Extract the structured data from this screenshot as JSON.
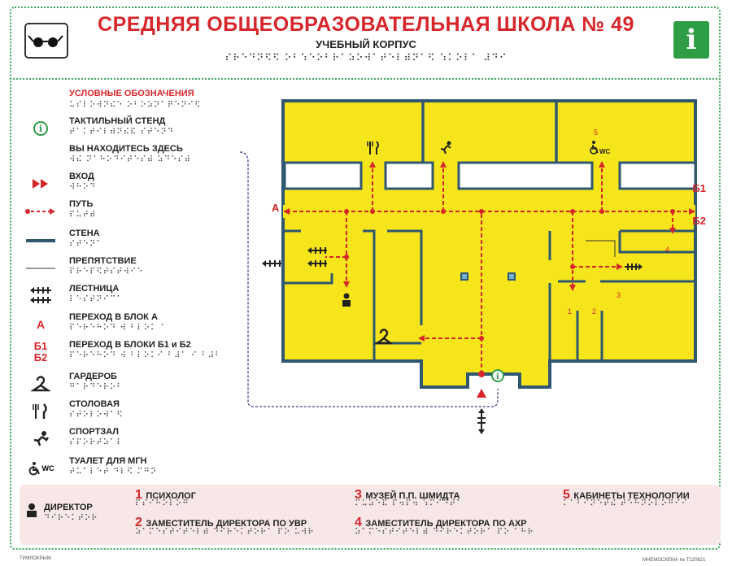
{
  "header": {
    "title": "СРЕДНЯЯ ОБЩЕОБРАЗОВАТЕЛЬНАЯ ШКОЛА № 49",
    "subtitle": "УЧЕБНЫЙ КОРПУС",
    "subtitle_braille": "⠎⠗⠑⠙⠝⠫⠫ ⠕⠃⠱⠑⠕⠃⠗⠁⠵⠕⠺⠁⠞⠑⠇⠾⠝⠁⠫ ⠱⠅⠕⠇⠁ ⠼⠙⠊",
    "info_glyph": "i"
  },
  "legend": {
    "heading": "УСЛОВНЫЕ ОБОЗНАЧЕНИЯ",
    "heading_braille": "⠥⠎⠇⠕⠺⠝⠮⠑ ⠕⠃⠕⠵⠝⠁⠟⠑⠝⠊⠫",
    "items": [
      {
        "label": "ТАКТИЛЬНЫЙ СТЕНД",
        "braille": "⠞⠁⠅⠞⠊⠇⠾⠝⠮⠯ ⠎⠞⠑⠝⠙"
      },
      {
        "label": "ВЫ НАХОДИТЕСЬ ЗДЕСЬ",
        "braille": "⠺⠮ ⠝⠁⠓⠕⠙⠊⠞⠑⠎⠾ ⠵⠙⠑⠎⠾"
      },
      {
        "label": "ВХОД",
        "braille": "⠺⠓⠕⠙"
      },
      {
        "label": "ПУТЬ",
        "braille": "⠏⠥⠞⠾"
      },
      {
        "label": "СТЕНА",
        "braille": "⠎⠞⠑⠝⠁"
      },
      {
        "label": "ПРЕПЯТСТВИЕ",
        "braille": "⠏⠗⠑⠏⠫⠞⠎⠞⠺⠊⠑"
      },
      {
        "label": "ЛЕСТНИЦА",
        "braille": "⠇⠑⠎⠞⠝⠊⠉⠁"
      },
      {
        "label": "ПЕРЕХОД В БЛОК А",
        "braille": "⠏⠑⠗⠑⠓⠕⠙ ⠺ ⠃⠇⠕⠅ ⠁"
      },
      {
        "label": "ПЕРЕХОД  В БЛОКИ Б1 и Б2",
        "braille": "⠏⠑⠗⠑⠓⠕⠙ ⠺ ⠃⠇⠕⠅⠊ ⠃⠼⠁ ⠊ ⠃⠼⠃"
      },
      {
        "label": "ГАРДЕРОБ",
        "braille": "⠛⠁⠗⠙⠑⠗⠕⠃"
      },
      {
        "label": "СТОЛОВАЯ",
        "braille": "⠎⠞⠕⠇⠕⠺⠁⠫"
      },
      {
        "label": "СПОРТЗАЛ",
        "braille": "⠎⠏⠕⠗⠞⠵⠁⠇"
      },
      {
        "label": "ТУАЛЕТ ДЛЯ МГН",
        "braille": "⠞⠥⠁⠇⠑⠞ ⠙⠇⠫ ⠍⠛⠝"
      }
    ],
    "letter_a": "А",
    "letter_b1": "Б1",
    "letter_b2": "Б2",
    "wc": "WC"
  },
  "plan": {
    "label_a": "А",
    "label_b1": "Б1",
    "label_b2": "Б2",
    "room_1": "1",
    "room_2": "2",
    "room_3": "3",
    "room_4": "4",
    "room_5": "5",
    "wc": "WC"
  },
  "bottom": {
    "director": {
      "label": "ДИРЕКТОР",
      "braille": "⠙⠊⠗⠑⠅⠞⠕⠗"
    },
    "items": [
      {
        "num": "1",
        "label": "ПСИХОЛОГ",
        "braille": "⠏⠎⠊⠓⠕⠇⠕⠛"
      },
      {
        "num": "2",
        "label": "ЗАМЕСТИТЕЛЬ ДИРЕКТОРА ПО УВР",
        "braille": "⠵⠁⠍⠑⠎⠞⠊⠞⠑⠇⠾ ⠙⠊⠗⠑⠅⠞⠕⠗⠁ ⠏⠕ ⠥⠺⠗"
      },
      {
        "num": "3",
        "label": "МУЗЕЙ П.П. ШМИДТА",
        "braille": "⠍⠥⠵⠑⠯ ⠏⠲⠏⠲ ⠱⠍⠊⠙⠞⠁"
      },
      {
        "num": "4",
        "label": "ЗАМЕСТИТЕЛЬ ДИРЕКТОРА ПО АХР",
        "braille": "⠵⠁⠍⠑⠎⠞⠊⠞⠑⠇⠾ ⠙⠊⠗⠑⠅⠞⠕⠗⠁ ⠏⠕ ⠁⠓⠗"
      },
      {
        "num": "5",
        "label": "КАБИНЕТЫ ТЕХНОЛОГИИ",
        "braille": "⠅⠁⠃⠊⠝⠑⠞⠮ ⠞⠑⠓⠝⠕⠇⠕⠛⠊⠊"
      }
    ]
  },
  "footer": {
    "left": "ТИФЛОКРЫМ",
    "right": "МНЕМОСХЕМА № T220621"
  },
  "colors": {
    "accent": "#d7262b",
    "green": "#2f9d46",
    "floor": "#f6e51a",
    "wall": "#2f5770",
    "path": "#d7262b"
  }
}
